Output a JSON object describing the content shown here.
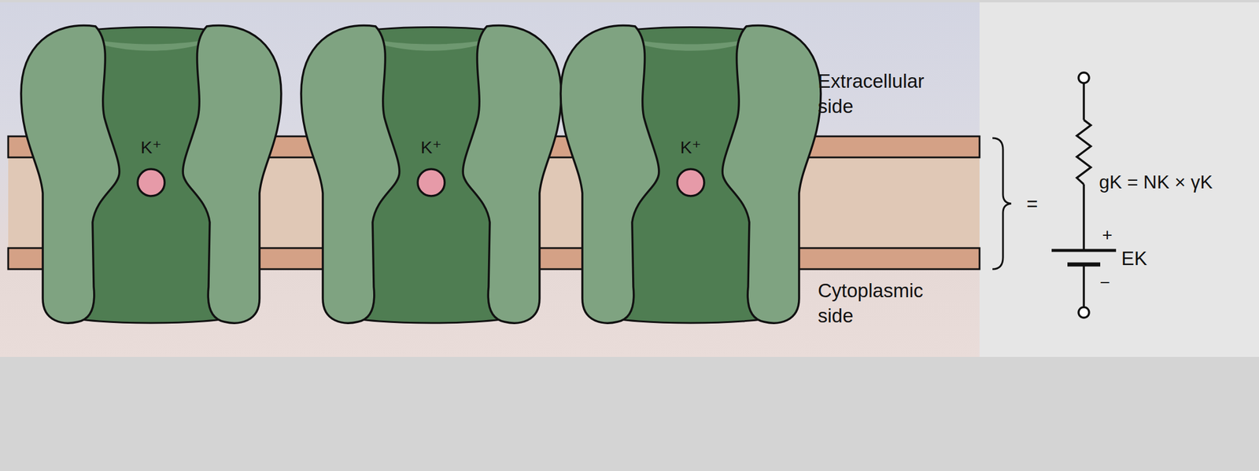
{
  "diagram": {
    "labels": [
      "K⁺",
      "K⁺",
      "K⁺",
      "Extracellular side",
      "Cytoplasmic side",
      "=",
      "gK = NK × γK",
      "+",
      "EK",
      "−"
    ]
  }
}
